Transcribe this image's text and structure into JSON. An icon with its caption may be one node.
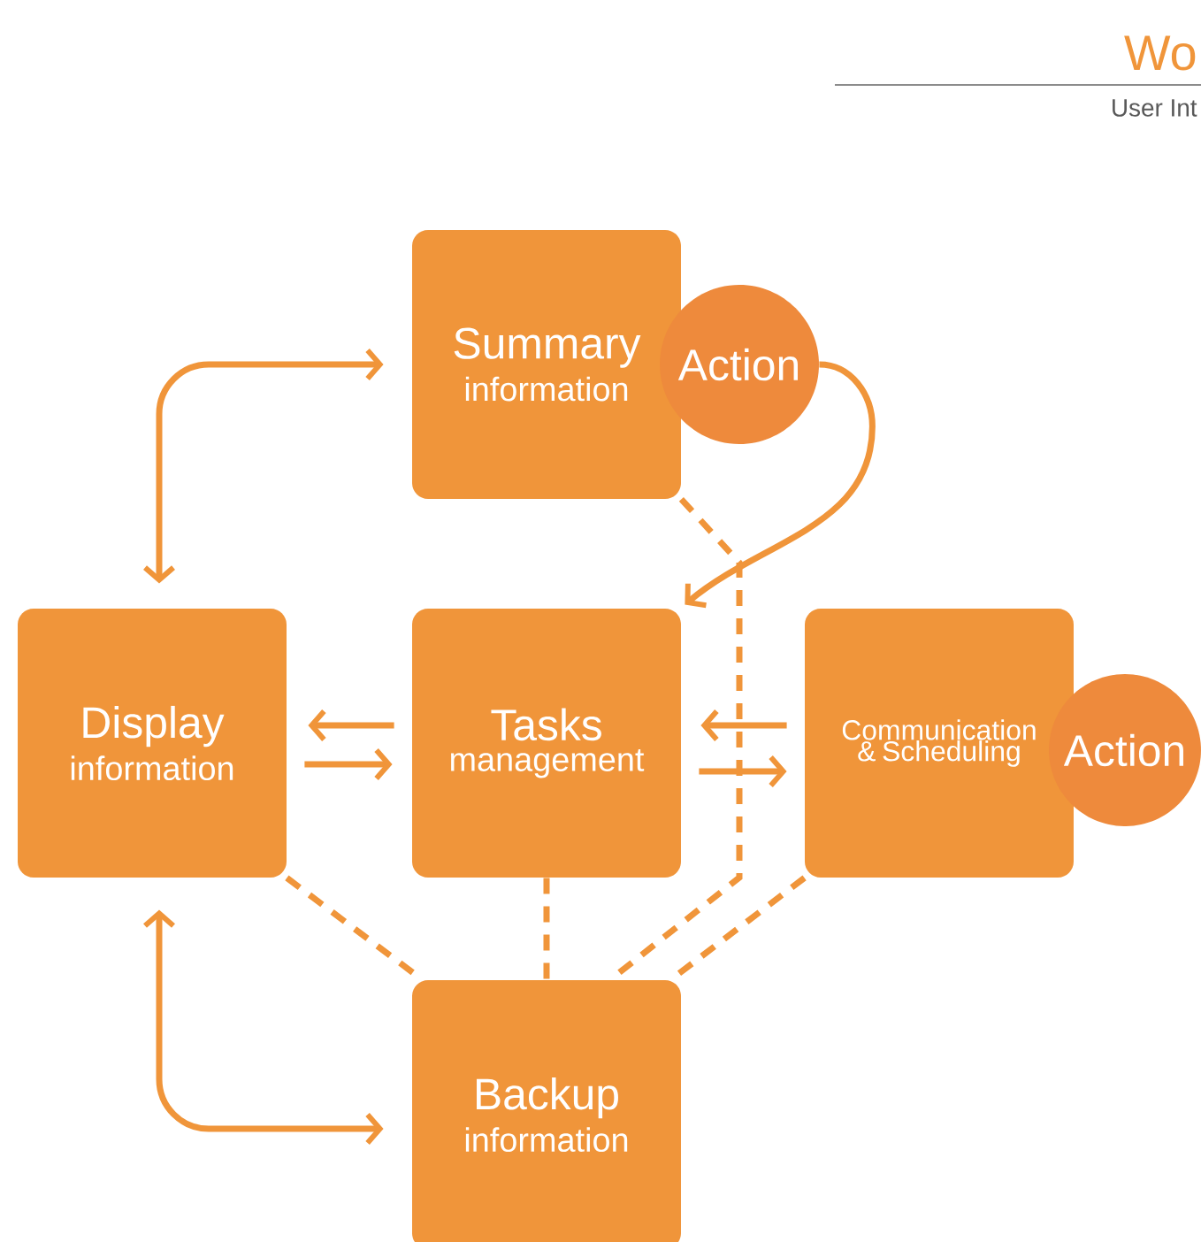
{
  "diagram": {
    "nodes": [
      {
        "text": [
          "Summary",
          "information"
        ]
      },
      {
        "text": [
          "Action"
        ]
      },
      {
        "text": [
          "Display",
          "information"
        ]
      },
      {
        "text": [
          "Tasks",
          "management"
        ]
      },
      {
        "text": [
          "Communication & Scheduling"
        ]
      },
      {
        "text": [
          "Action"
        ]
      },
      {
        "text": [
          "Backup",
          "information"
        ]
      }
    ],
    "edges": [
      {
        "from": 2,
        "to": 0,
        "arrow": "both"
      },
      {
        "from": 1,
        "to": 3,
        "arrow": "to"
      },
      {
        "from": 0,
        "to": 6,
        "arrow": "none",
        "style": "dashed"
      },
      {
        "from": 3,
        "to": 2,
        "arrow": "to"
      },
      {
        "from": 2,
        "to": 3,
        "arrow": "to"
      },
      {
        "from": 4,
        "to": 3,
        "arrow": "to"
      },
      {
        "from": 3,
        "to": 4,
        "arrow": "to"
      },
      {
        "from": 2,
        "to": 6,
        "arrow": "none",
        "style": "dashed"
      },
      {
        "from": 3,
        "to": 6,
        "arrow": "none",
        "style": "dashed"
      },
      {
        "from": 4,
        "to": 6,
        "arrow": "none",
        "style": "dashed"
      },
      {
        "from": 2,
        "to": 6,
        "arrow": "both"
      }
    ],
    "labels": [
      "Wo",
      "User Int"
    ]
  }
}
